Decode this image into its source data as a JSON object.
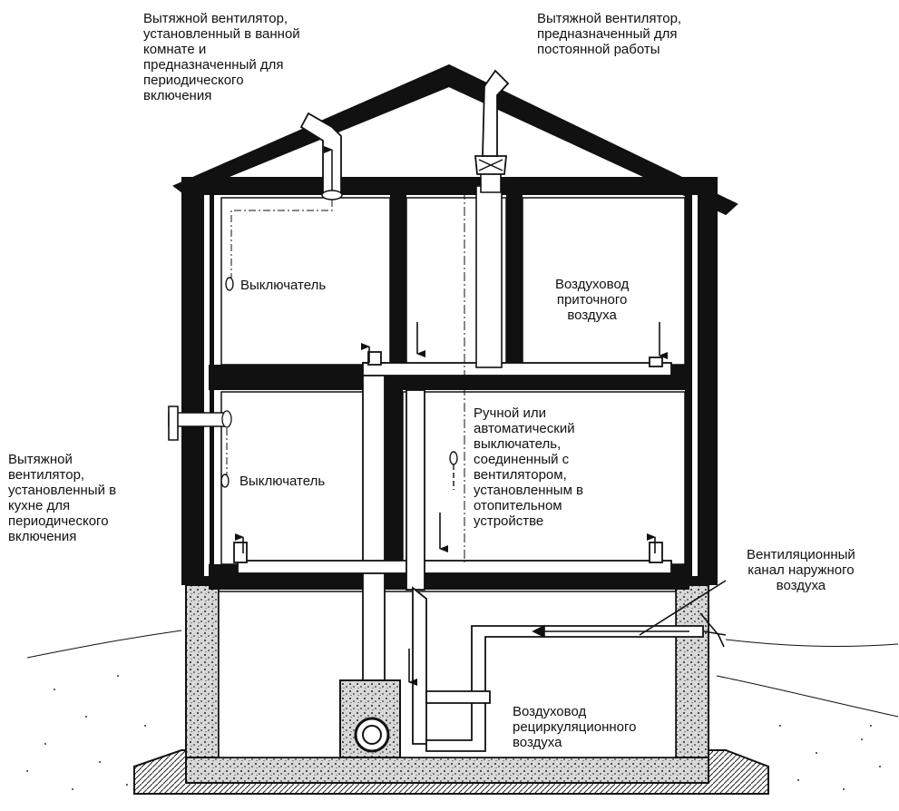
{
  "labels": {
    "bath_fan": [
      "Вытяжной вентилятор,",
      "установленный в ванной",
      "комнате и",
      "предназначенный для",
      "периодического",
      "включения"
    ],
    "constant_fan": [
      "Вытяжной вентилятор,",
      "предназначенный для",
      "постоянной работы"
    ],
    "switch_upper": "Выключатель",
    "supply_duct": [
      "Воздуховод",
      "приточного",
      "воздуха"
    ],
    "kitchen_fan": [
      "Вытяжной",
      "вентилятор,",
      "установленный в",
      "кухне для",
      "периодического",
      "включения"
    ],
    "switch_lower": "Выключатель",
    "manual_switch": [
      "Ручной или",
      "автоматический",
      "выключатель,",
      "соединенный с",
      "вентилятором,",
      "установленным в",
      "отопительном",
      "устройстве"
    ],
    "outdoor_channel": [
      "Вентиляционный",
      "канал наружного",
      "воздуха"
    ],
    "recirc_duct": [
      "Воздуховод",
      "рециркуляционного",
      "воздуха"
    ]
  },
  "colors": {
    "ink": "#111111",
    "paper": "#ffffff",
    "concrete": "#cfcfcf"
  }
}
